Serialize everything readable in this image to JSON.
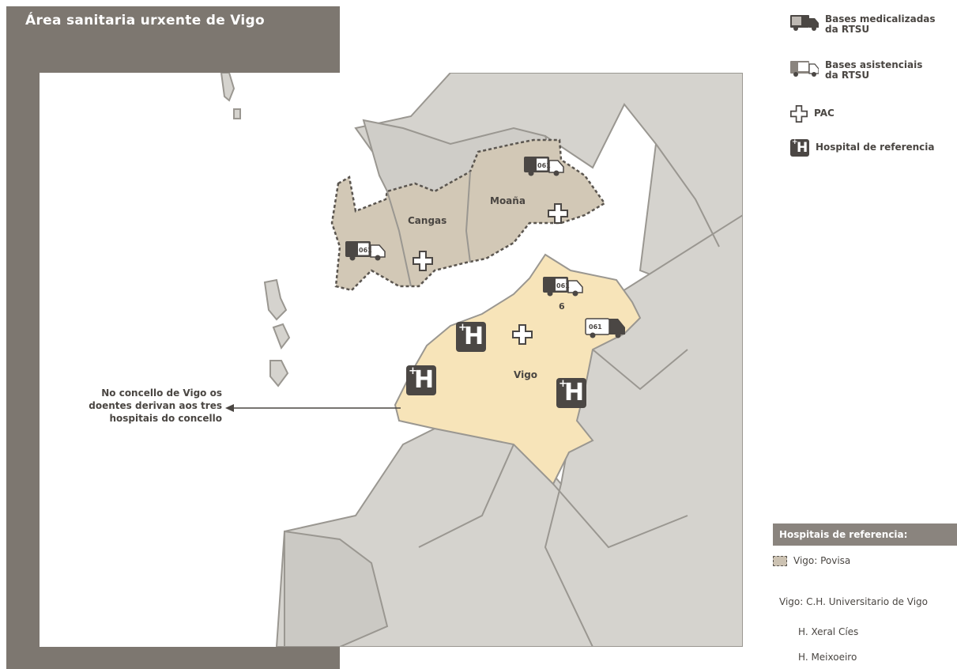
{
  "title": "Área sanitaria urxente de Vigo",
  "colors": {
    "panel": "#7d7770",
    "land": "#d5d3ce",
    "border": "#9a9791",
    "vigo_fill": "#f7e4b9",
    "morrazo_fill": "#d2c8b6",
    "icon_dark": "#4b4744"
  },
  "map": {
    "labels": {
      "cangas": "Cangas",
      "moana": "Moaña",
      "vigo": "Vigo",
      "base_count": "6"
    },
    "ambulance_text": "061",
    "icons": [
      "ambulance-icon",
      "pac-cross-icon",
      "hospital-icon"
    ]
  },
  "callout": {
    "text": "No concello de Vigo os doentes derivan aos tres hospitais do concello"
  },
  "legend": {
    "items": [
      {
        "icon": "ambulance-dark-icon",
        "label": "Bases medicalizadas\nda RTSU"
      },
      {
        "icon": "ambulance-light-icon",
        "label": "Bases asistenciais\nda RTSU"
      },
      {
        "icon": "pac-cross-icon",
        "label": "PAC"
      },
      {
        "icon": "hospital-icon",
        "label": "Hospital de referencia"
      }
    ]
  },
  "references": {
    "header": "Hospitais de referencia:",
    "swatch_label": "Vigo: Povisa",
    "line1": "Vigo: C.H. Universitario de Vigo",
    "line2": "H. Xeral Cíes",
    "line3": "H. Meixoeiro"
  }
}
